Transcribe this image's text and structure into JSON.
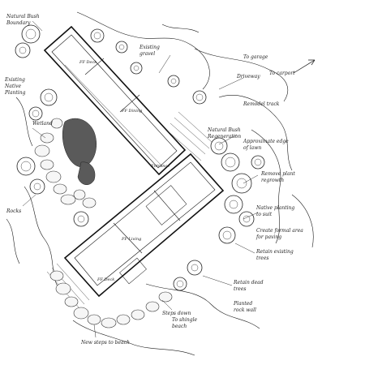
{
  "labels": {
    "top_left_1": "Natural Bush",
    "top_left_2": "Boundary",
    "top_mid_1": "Existing",
    "top_mid_2": "gravel",
    "top_right_1": "To garage",
    "top_right_2": "To carport",
    "right_upper_1": "Driveway",
    "right_upper_2": "Remodel track",
    "right_mid_1": "Natural Bush",
    "right_mid_2": "Regeneration",
    "right_mid_3": "Approximate edge",
    "right_mid_4": "of lawn",
    "right_1": "Remove plant",
    "right_2": "regrowth",
    "right_3": "Native planting",
    "right_4": "to suit",
    "right_5": "Create formal area",
    "right_6": "for paving",
    "right_7": "Retain existing",
    "right_8": "trees",
    "left_1": "Wetland",
    "left_2": "Existing",
    "left_3": "Native",
    "left_4": "Planting",
    "left_5": "Rocks",
    "bottom_1": "Steps down",
    "bottom_2": "To shingle",
    "bottom_3": "beach",
    "bottom_4": "Retain dead",
    "bottom_5": "trees",
    "bottom_6": "Planted",
    "bottom_7": "rock wall",
    "bottom_8": "New steps to beach",
    "room_1": "FF Deck",
    "room_2": "FF Dining",
    "room_3": "Entrance",
    "room_4": "FF Living",
    "room_5": "FF Deck"
  }
}
